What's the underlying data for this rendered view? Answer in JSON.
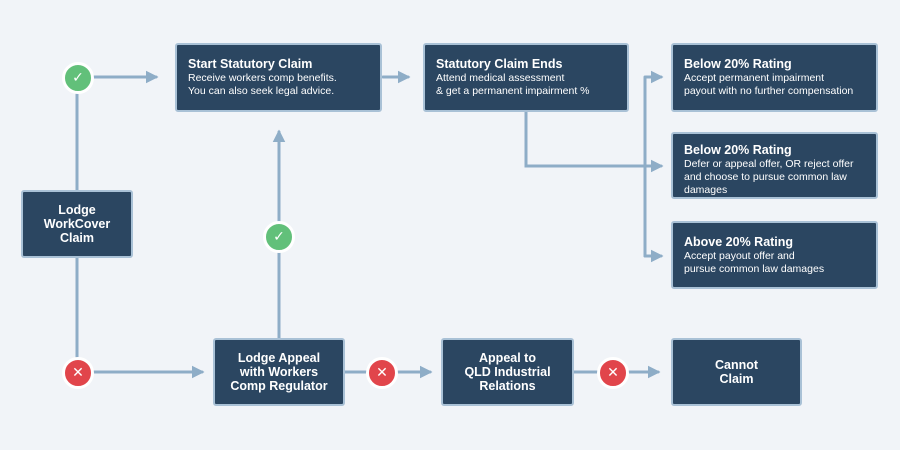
{
  "colors": {
    "background": "#f1f4f8",
    "box_fill": "#2b4661",
    "box_border": "#a9c1d6",
    "connector": "#8eadc7",
    "approve": "#62c07a",
    "reject": "#e1454b"
  },
  "icons": {
    "approve": "check-icon",
    "reject": "cross-icon"
  },
  "nodes": {
    "lodge_workcover": {
      "title": "Lodge\nWorkCover\nClaim"
    },
    "start_statutory": {
      "title": "Start Statutory Claim",
      "desc": "Receive workers comp benefits.\nYou can also seek legal advice."
    },
    "statutory_ends": {
      "title": "Statutory Claim Ends",
      "desc": "Attend medical assessment\n& get a permanent impairment %"
    },
    "below20_a": {
      "title": "Below 20% Rating",
      "desc": "Accept permanent impairment\npayout with no further compensation"
    },
    "below20_b": {
      "title": "Below 20% Rating",
      "desc": "Defer or appeal offer, OR reject offer\nand choose to pursue common law\ndamages"
    },
    "above20": {
      "title": "Above 20% Rating",
      "desc": "Accept payout offer and\npursue common law damages"
    },
    "lodge_appeal": {
      "title": "Lodge Appeal\nwith Workers\nComp Regulator"
    },
    "appeal_qld": {
      "title": "Appeal to\nQLD Industrial\nRelations"
    },
    "cannot_claim": {
      "title": "Cannot\nClaim"
    }
  },
  "badges": {
    "check": "✓",
    "cross": "✕"
  }
}
